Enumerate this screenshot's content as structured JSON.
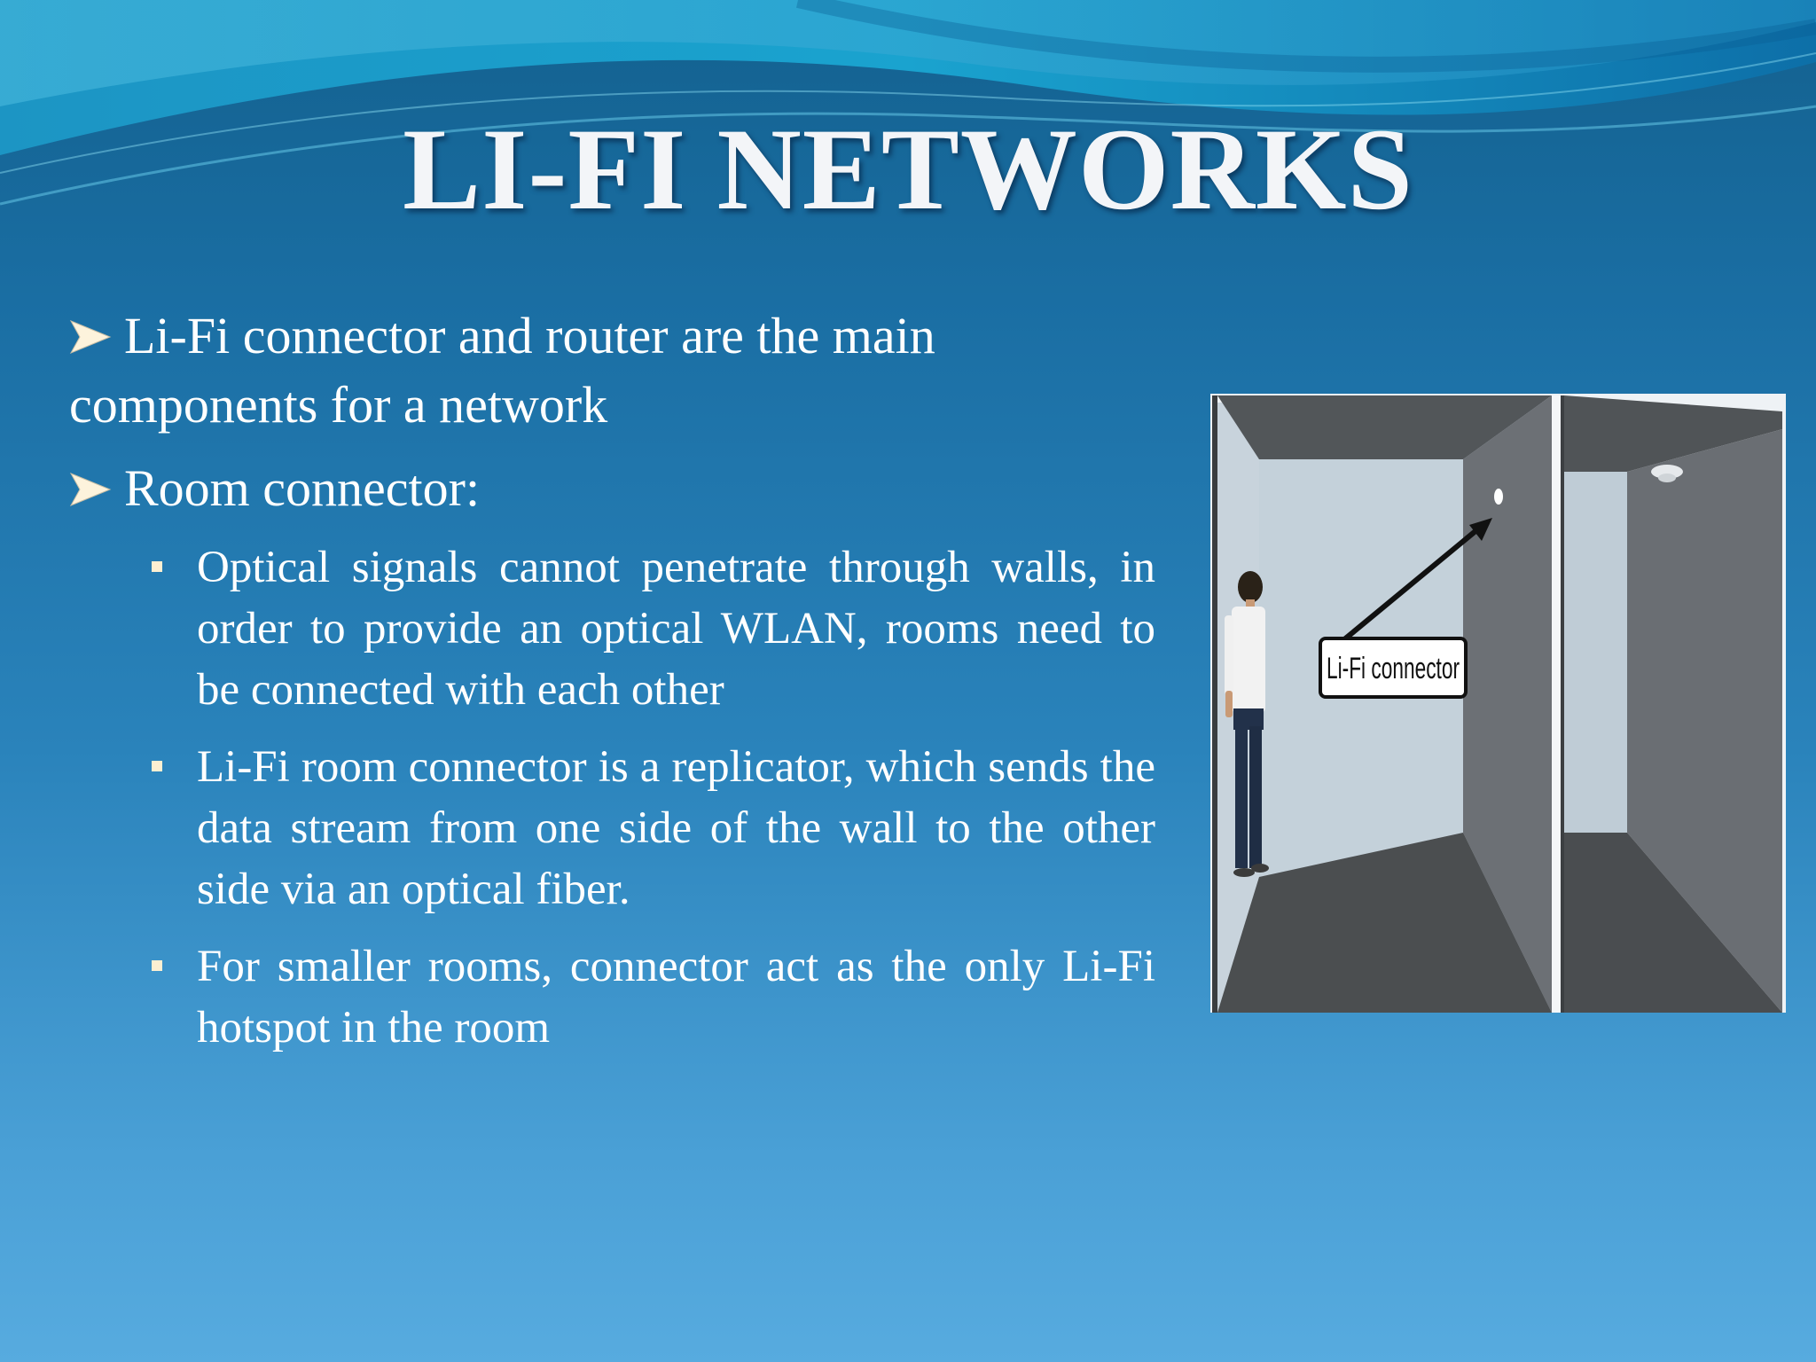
{
  "slide": {
    "title": "LI-FI NETWORKS",
    "bullets": [
      {
        "text": "Li-Fi connector and router are the main components for a network",
        "level": 1
      },
      {
        "text": "Room connector:",
        "level": 1,
        "children": [
          "Optical signals cannot penetrate through walls, in order to provide an optical WLAN, rooms need to be connected with each other",
          "Li-Fi room connector is a replicator, which sends the data stream from one side of the wall to the other side via an optical fiber.",
          "For smaller rooms, connector act as the only Li-Fi hotspot in the room"
        ]
      }
    ],
    "figure": {
      "callout_label": "Li-Fi connector"
    }
  },
  "colors": {
    "background_top": "#13618f",
    "background_bottom": "#57abdf",
    "title": "#f3f5f8",
    "text": "#ffffff",
    "arrow_bullet": "#fdf3dc",
    "square_bullet": "#fcefd2"
  },
  "icons": {
    "level1_bullet": "arrowhead-bullet-icon",
    "level2_bullet": "square-bullet-icon"
  }
}
